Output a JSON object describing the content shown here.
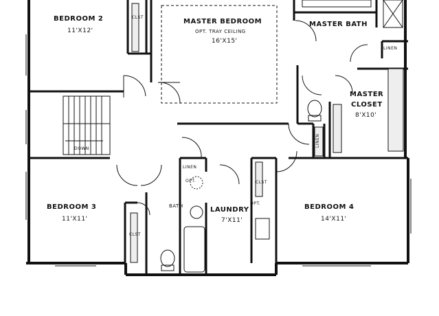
{
  "rooms": {
    "bedroom2": {
      "name": "BEDROOM 2",
      "dims": "11'X12'"
    },
    "master_bedroom": {
      "name": "MASTER BEDROOM",
      "note": "OPT. TRAY CEILING",
      "dims": "16'X15'"
    },
    "master_bath": {
      "name": "MASTER BATH"
    },
    "master_closet": {
      "name_line1": "MASTER",
      "name_line2": "CLOSET",
      "dims": "8'X10'"
    },
    "bedroom3": {
      "name": "BEDROOM 3",
      "dims": "11'X11'"
    },
    "bath": {
      "name": "BATH"
    },
    "laundry": {
      "name": "LAUNDRY",
      "dims": "7'X11'"
    },
    "bedroom4": {
      "name": "BEDROOM 4",
      "dims": "14'X11'"
    }
  },
  "labels": {
    "clst": "CLST",
    "linen": "LINEN",
    "opt": "OPT.",
    "down": "DOWN"
  }
}
